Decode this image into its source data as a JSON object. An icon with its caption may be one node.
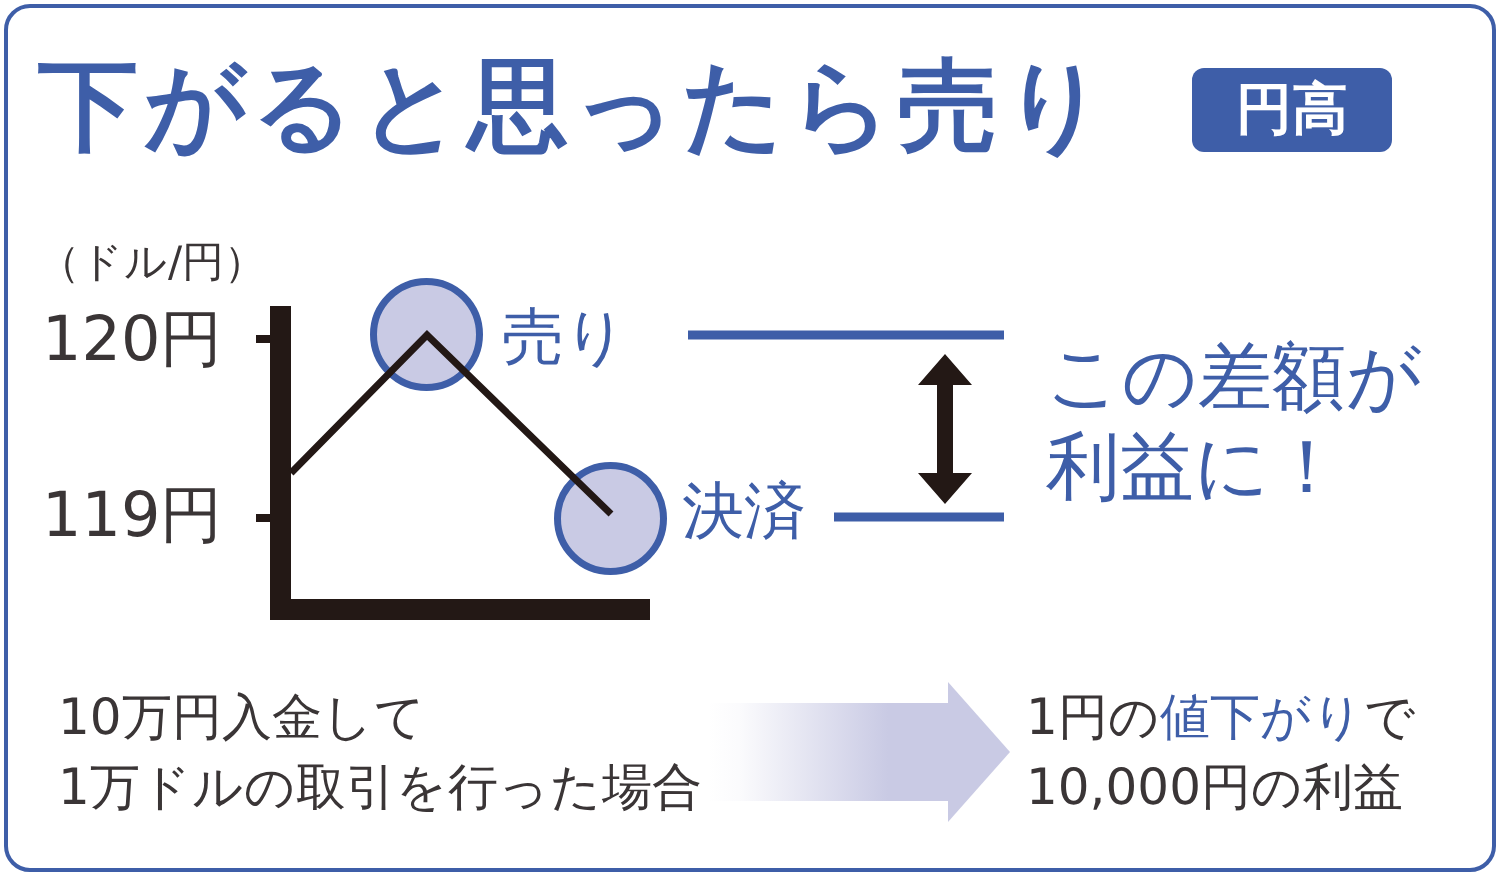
{
  "diagram": {
    "title": "下がると思ったら売り",
    "nodes": [
      {
        "text": [
          "円高"
        ]
      },
      {
        "text": [],
        "shape": "circle",
        "beside": [
          "売り"
        ]
      },
      {
        "text": [],
        "shape": "circle",
        "beside": [
          "決済"
        ]
      },
      {
        "text": [
          "10万円入金して1万ドルの取引を行った場合"
        ]
      },
      {
        "text": [
          "1円の**値下がり**で10,000円の利益"
        ]
      }
    ],
    "edges": [
      {
        "from": 3,
        "to": 4,
        "arrow": "to",
        "style": "thick"
      }
    ],
    "labels": [
      "（ドル/円）",
      "120円",
      "119円",
      "この差額が利益に！"
    ]
  }
}
